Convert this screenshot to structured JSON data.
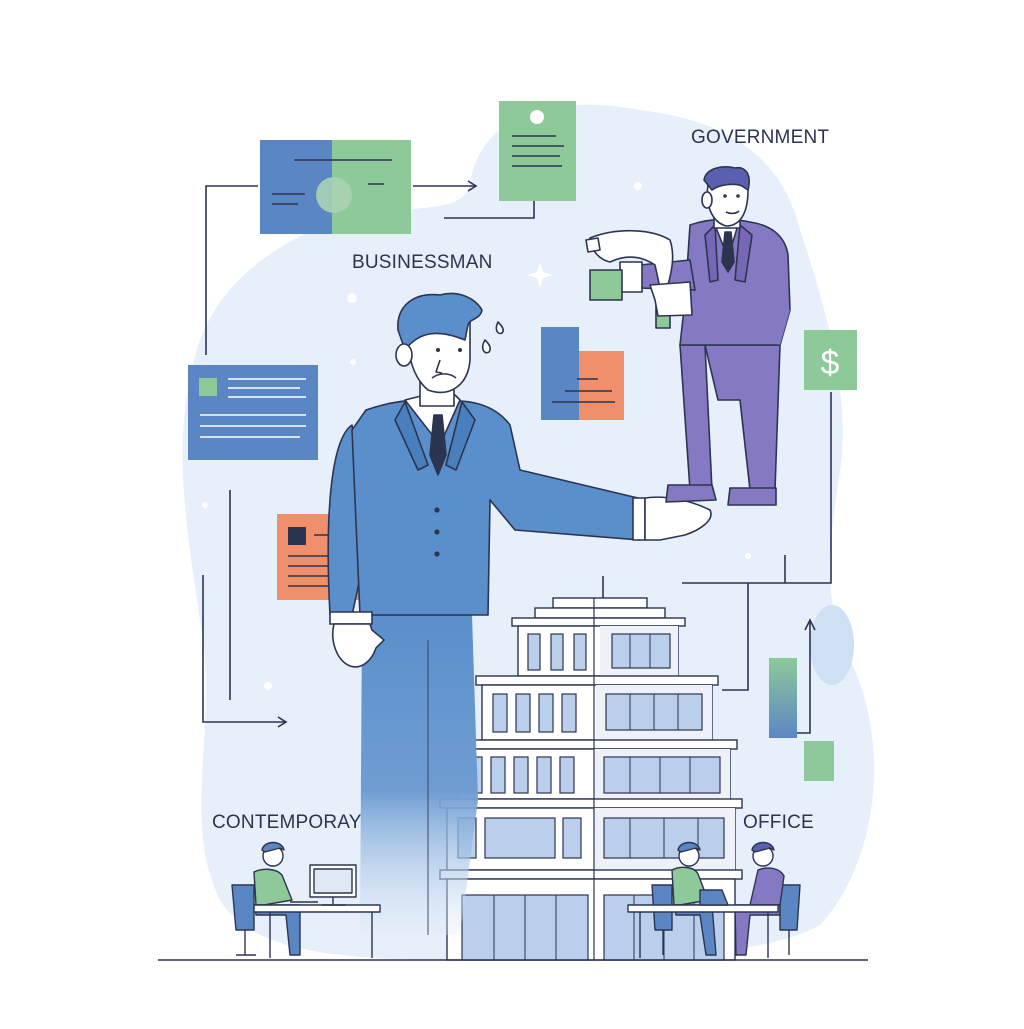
{
  "labels": {
    "government": "GOVERNMENT",
    "businessman": "BUSINESSMAN",
    "contemporary": "CONTEMPORAY",
    "office": "OFFICE"
  },
  "currency_symbol": "$",
  "colors": {
    "blob": "#e4eefa",
    "suit_blue": "#5b8fcb",
    "suit_purple": "#8679c4",
    "card_blue": "#5b86c4",
    "card_green": "#8ec99a",
    "card_orange": "#ef8f6c",
    "outline": "#2c3550",
    "building": "#dfe8f5"
  }
}
